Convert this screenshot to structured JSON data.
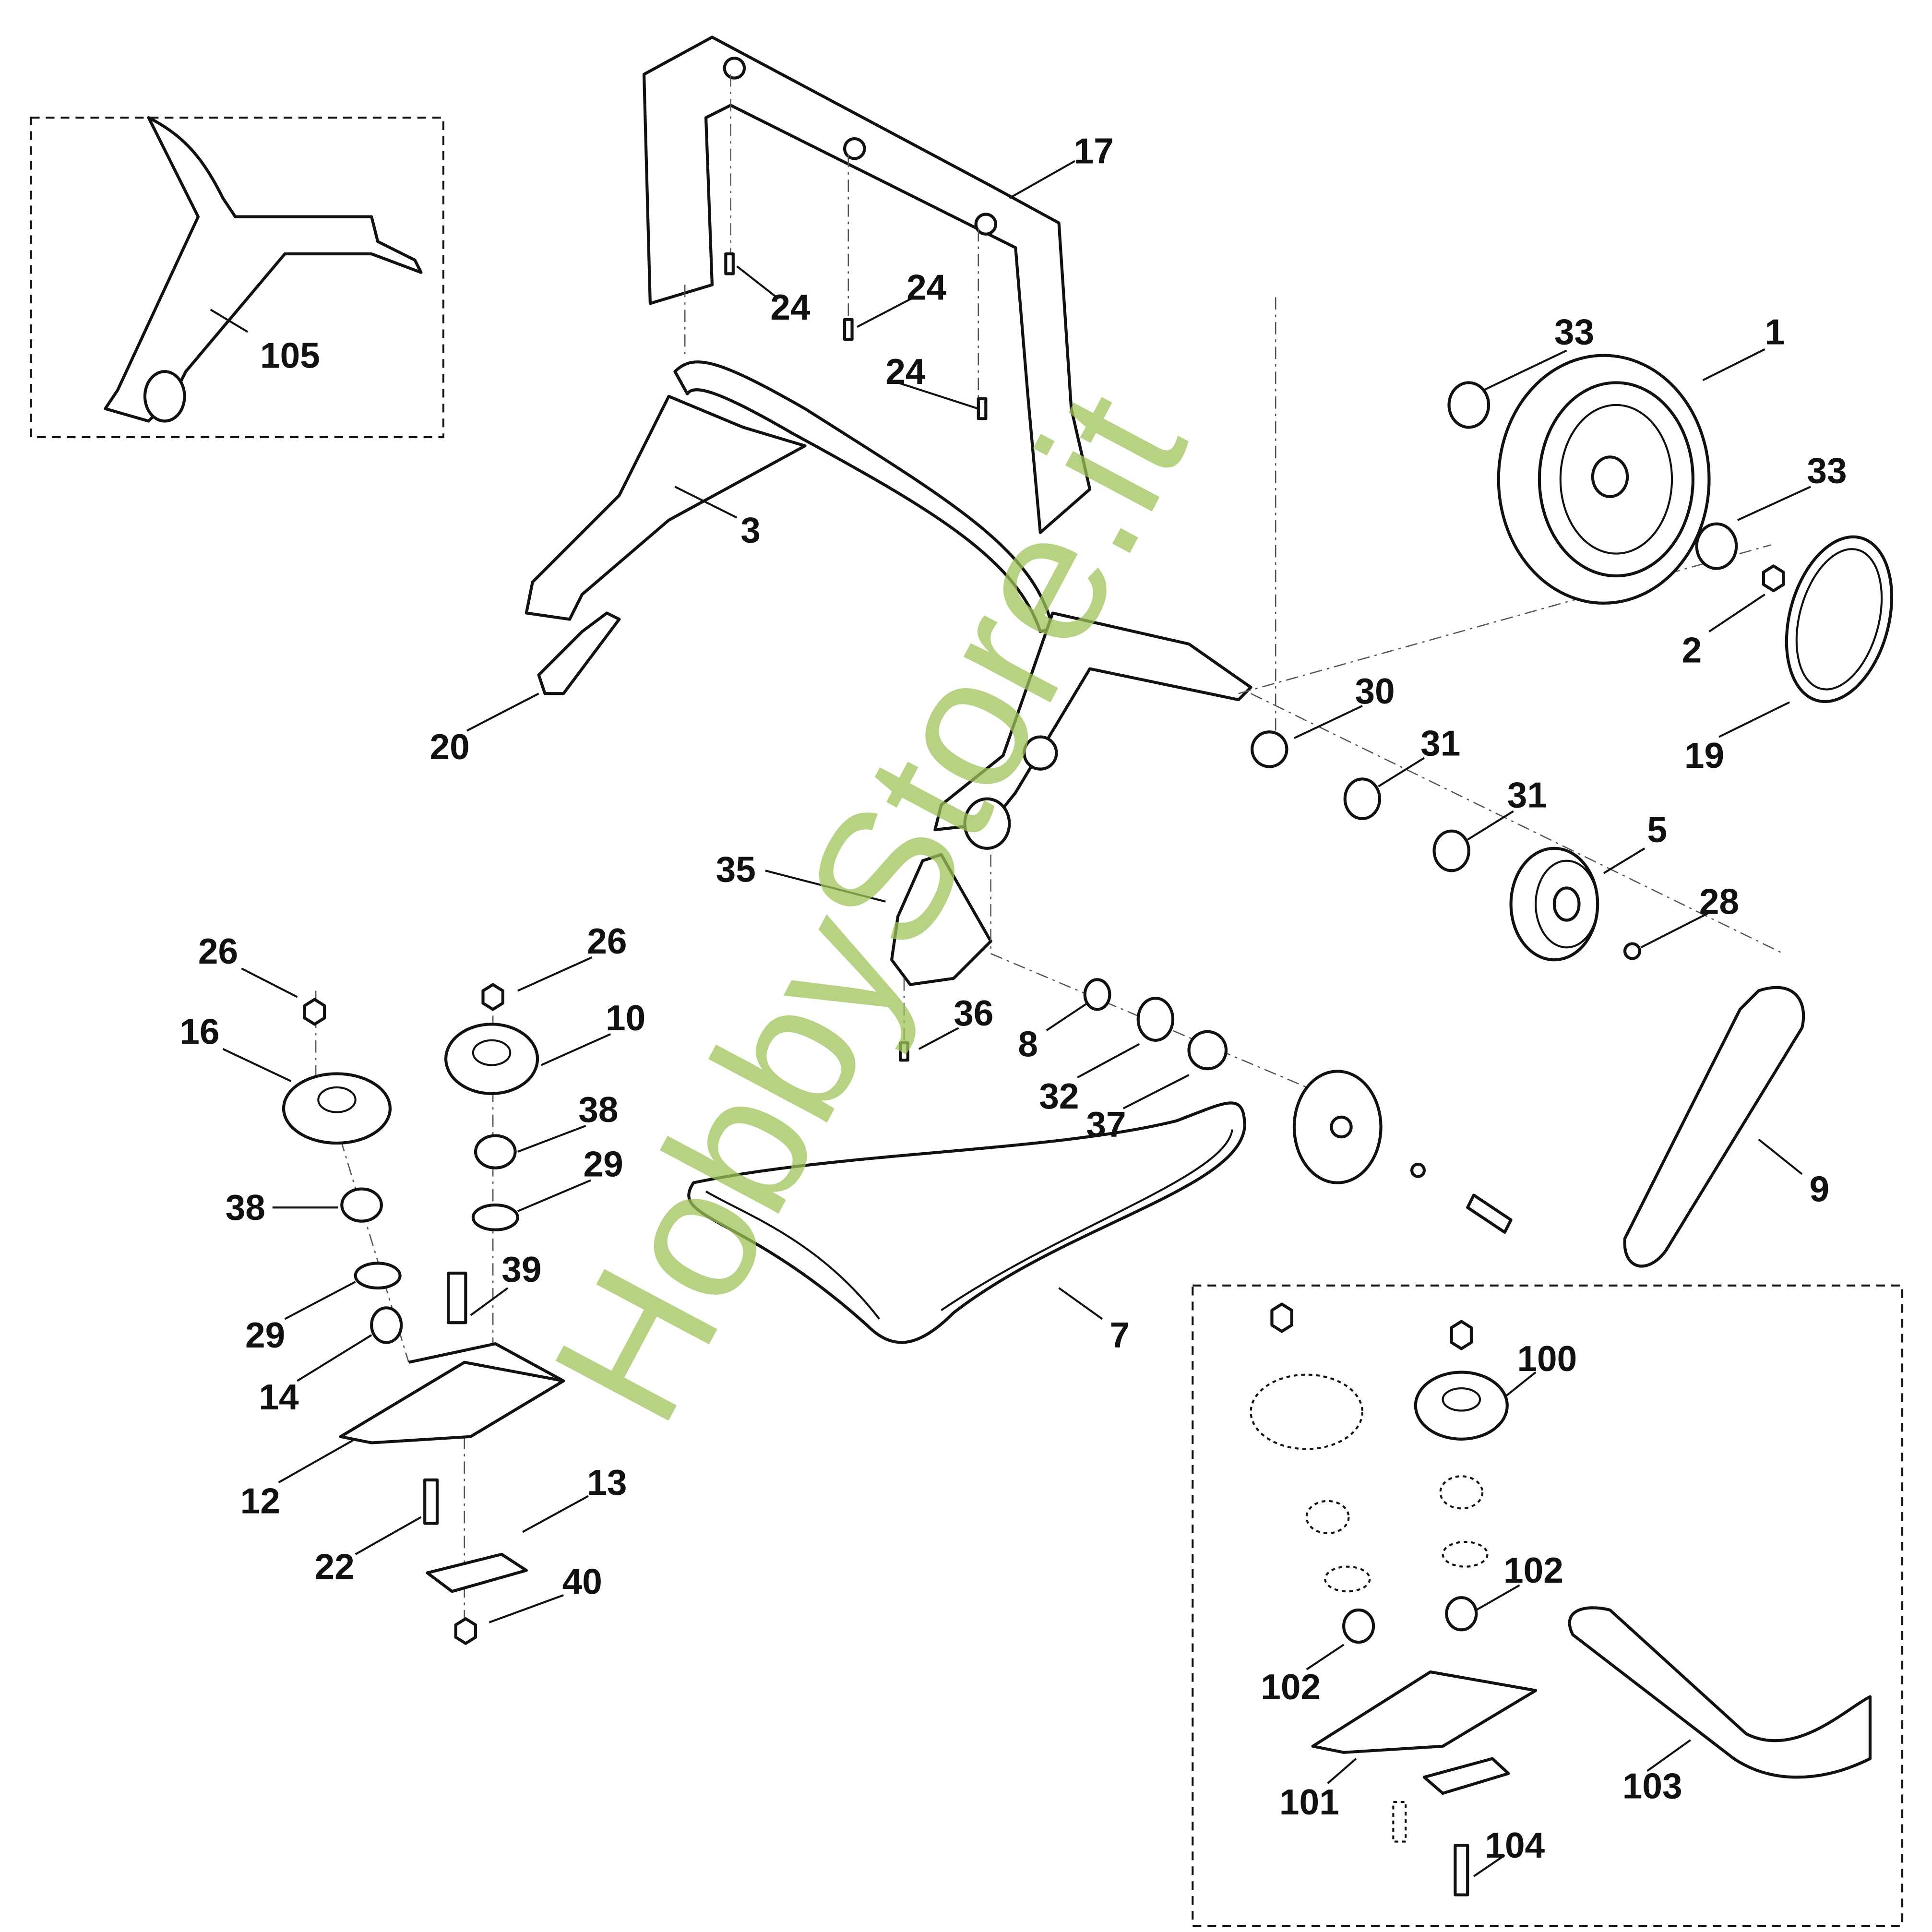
{
  "diagram": {
    "watermark": "HobbyStore.it",
    "labels": {
      "l105": "105",
      "l17": "17",
      "l24a": "24",
      "l24b": "24",
      "l24c": "24",
      "l33a": "33",
      "l1": "1",
      "l33b": "33",
      "l2": "2",
      "l19": "19",
      "l3": "3",
      "l20": "20",
      "l30": "30",
      "l31a": "31",
      "l31b": "31",
      "l5": "5",
      "l28": "28",
      "l35": "35",
      "l26a": "26",
      "l26b": "26",
      "l16": "16",
      "l10": "10",
      "l36": "36",
      "l8": "8",
      "l32": "32",
      "l37": "37",
      "l38a": "38",
      "l29a": "29",
      "l38b": "38",
      "l9": "9",
      "l29b": "29",
      "l39": "39",
      "l7": "7",
      "l14": "14",
      "l100": "100",
      "l12": "12",
      "l13": "13",
      "l22": "22",
      "l40": "40",
      "l102a": "102",
      "l102b": "102",
      "l101": "101",
      "l103": "103",
      "l104": "104"
    }
  }
}
